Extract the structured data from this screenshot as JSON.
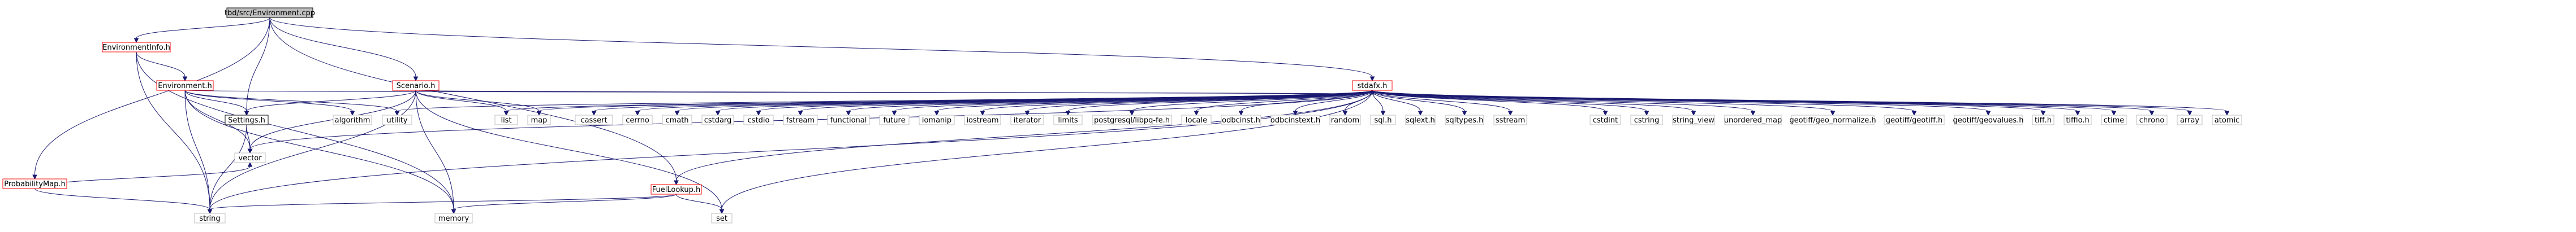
{
  "diagram": {
    "type": "include-dependency-graph",
    "nodes": [
      {
        "id": "n0",
        "label": "tbd/src/Environment.cpp",
        "style": "root"
      },
      {
        "id": "n1",
        "label": "EnvironmentInfo.h",
        "style": "red"
      },
      {
        "id": "n2",
        "label": "ProbabilityMap.h",
        "style": "red"
      },
      {
        "id": "n3",
        "label": "Environment.h",
        "style": "red"
      },
      {
        "id": "n4",
        "label": "Scenario.h",
        "style": "red"
      },
      {
        "id": "n5",
        "label": "stdafx.h",
        "style": "red"
      },
      {
        "id": "n6",
        "label": "Settings.h",
        "style": "boxed"
      },
      {
        "id": "n7",
        "label": "FuelLookup.h",
        "style": "red"
      },
      {
        "id": "n8",
        "label": "vector",
        "style": "plain"
      },
      {
        "id": "n9",
        "label": "string",
        "style": "plain"
      },
      {
        "id": "n10",
        "label": "memory",
        "style": "plain"
      },
      {
        "id": "n11",
        "label": "algorithm",
        "style": "plain"
      },
      {
        "id": "n12",
        "label": "utility",
        "style": "plain"
      },
      {
        "id": "n13",
        "label": "list",
        "style": "plain"
      },
      {
        "id": "n14",
        "label": "map",
        "style": "plain"
      },
      {
        "id": "n15",
        "label": "set",
        "style": "plain"
      },
      {
        "id": "n16",
        "label": "cassert",
        "style": "plain"
      },
      {
        "id": "n17",
        "label": "cerrno",
        "style": "plain"
      },
      {
        "id": "n18",
        "label": "cmath",
        "style": "plain"
      },
      {
        "id": "n19",
        "label": "cstdarg",
        "style": "plain"
      },
      {
        "id": "n20",
        "label": "cstdio",
        "style": "plain"
      },
      {
        "id": "n21",
        "label": "fstream",
        "style": "plain"
      },
      {
        "id": "n22",
        "label": "functional",
        "style": "plain"
      },
      {
        "id": "n23",
        "label": "future",
        "style": "plain"
      },
      {
        "id": "n24",
        "label": "iomanip",
        "style": "plain"
      },
      {
        "id": "n25",
        "label": "iostream",
        "style": "plain"
      },
      {
        "id": "n26",
        "label": "iterator",
        "style": "plain"
      },
      {
        "id": "n27",
        "label": "limits",
        "style": "plain"
      },
      {
        "id": "n28",
        "label": "postgresql/libpq-fe.h",
        "style": "plain"
      },
      {
        "id": "n29",
        "label": "locale",
        "style": "plain"
      },
      {
        "id": "n30",
        "label": "odbcinst.h",
        "style": "plain"
      },
      {
        "id": "n31",
        "label": "odbcinstext.h",
        "style": "plain"
      },
      {
        "id": "n32",
        "label": "random",
        "style": "plain"
      },
      {
        "id": "n33",
        "label": "sql.h",
        "style": "plain"
      },
      {
        "id": "n34",
        "label": "sqlext.h",
        "style": "plain"
      },
      {
        "id": "n35",
        "label": "sqltypes.h",
        "style": "plain"
      },
      {
        "id": "n36",
        "label": "sstream",
        "style": "plain"
      },
      {
        "id": "n37",
        "label": "cstdint",
        "style": "plain"
      },
      {
        "id": "n38",
        "label": "cstring",
        "style": "plain"
      },
      {
        "id": "n39",
        "label": "string_view",
        "style": "plain"
      },
      {
        "id": "n40",
        "label": "unordered_map",
        "style": "plain"
      },
      {
        "id": "n41",
        "label": "geotiff/geo_normalize.h",
        "style": "plain"
      },
      {
        "id": "n42",
        "label": "geotiff/geotiff.h",
        "style": "plain"
      },
      {
        "id": "n43",
        "label": "geotiff/geovalues.h",
        "style": "plain"
      },
      {
        "id": "n44",
        "label": "tiff.h",
        "style": "plain"
      },
      {
        "id": "n45",
        "label": "tiffio.h",
        "style": "plain"
      },
      {
        "id": "n46",
        "label": "ctime",
        "style": "plain"
      },
      {
        "id": "n47",
        "label": "chrono",
        "style": "plain"
      },
      {
        "id": "n48",
        "label": "array",
        "style": "plain"
      },
      {
        "id": "n49",
        "label": "atomic",
        "style": "plain"
      }
    ],
    "edges": [
      [
        "n0",
        "n1"
      ],
      [
        "n0",
        "n2"
      ],
      [
        "n0",
        "n4"
      ],
      [
        "n0",
        "n5"
      ],
      [
        "n0",
        "n6"
      ],
      [
        "n0",
        "n7"
      ],
      [
        "n1",
        "n3"
      ],
      [
        "n1",
        "n9"
      ],
      [
        "n1",
        "n10"
      ],
      [
        "n2",
        "n8"
      ],
      [
        "n2",
        "n9"
      ],
      [
        "n3",
        "n6"
      ],
      [
        "n3",
        "n5"
      ],
      [
        "n3",
        "n8"
      ],
      [
        "n3",
        "n9"
      ],
      [
        "n3",
        "n10"
      ],
      [
        "n3",
        "n11"
      ],
      [
        "n3",
        "n12"
      ],
      [
        "n4",
        "n5"
      ],
      [
        "n4",
        "n6"
      ],
      [
        "n4",
        "n8"
      ],
      [
        "n4",
        "n9"
      ],
      [
        "n4",
        "n10"
      ],
      [
        "n4",
        "n13"
      ],
      [
        "n4",
        "n14"
      ],
      [
        "n4",
        "n15"
      ],
      [
        "n6",
        "n8"
      ],
      [
        "n6",
        "n9"
      ],
      [
        "n7",
        "n15"
      ],
      [
        "n7",
        "n9"
      ],
      [
        "n7",
        "n10"
      ],
      [
        "n5",
        "n7"
      ],
      [
        "n5",
        "n8"
      ],
      [
        "n5",
        "n9"
      ],
      [
        "n5",
        "n12"
      ],
      [
        "n5",
        "n13"
      ],
      [
        "n5",
        "n14"
      ],
      [
        "n5",
        "n15"
      ],
      [
        "n5",
        "n16"
      ],
      [
        "n5",
        "n17"
      ],
      [
        "n5",
        "n18"
      ],
      [
        "n5",
        "n19"
      ],
      [
        "n5",
        "n20"
      ],
      [
        "n5",
        "n21"
      ],
      [
        "n5",
        "n22"
      ],
      [
        "n5",
        "n23"
      ],
      [
        "n5",
        "n24"
      ],
      [
        "n5",
        "n25"
      ],
      [
        "n5",
        "n26"
      ],
      [
        "n5",
        "n27"
      ],
      [
        "n5",
        "n28"
      ],
      [
        "n5",
        "n29"
      ],
      [
        "n5",
        "n30"
      ],
      [
        "n5",
        "n31"
      ],
      [
        "n5",
        "n32"
      ],
      [
        "n5",
        "n33"
      ],
      [
        "n5",
        "n34"
      ],
      [
        "n5",
        "n35"
      ],
      [
        "n5",
        "n36"
      ],
      [
        "n5",
        "n37"
      ],
      [
        "n5",
        "n38"
      ],
      [
        "n5",
        "n39"
      ],
      [
        "n5",
        "n40"
      ],
      [
        "n5",
        "n41"
      ],
      [
        "n5",
        "n42"
      ],
      [
        "n5",
        "n43"
      ],
      [
        "n5",
        "n44"
      ],
      [
        "n5",
        "n45"
      ],
      [
        "n5",
        "n46"
      ],
      [
        "n5",
        "n47"
      ],
      [
        "n5",
        "n48"
      ],
      [
        "n5",
        "n49"
      ]
    ]
  },
  "colors": {
    "edge": "#191970",
    "root_fill": "#bfbfbf",
    "red_border": "#ff0000",
    "boxed_border": "#000000",
    "plain_border": "#bfbfbf",
    "node_fill": "#ffffff"
  }
}
